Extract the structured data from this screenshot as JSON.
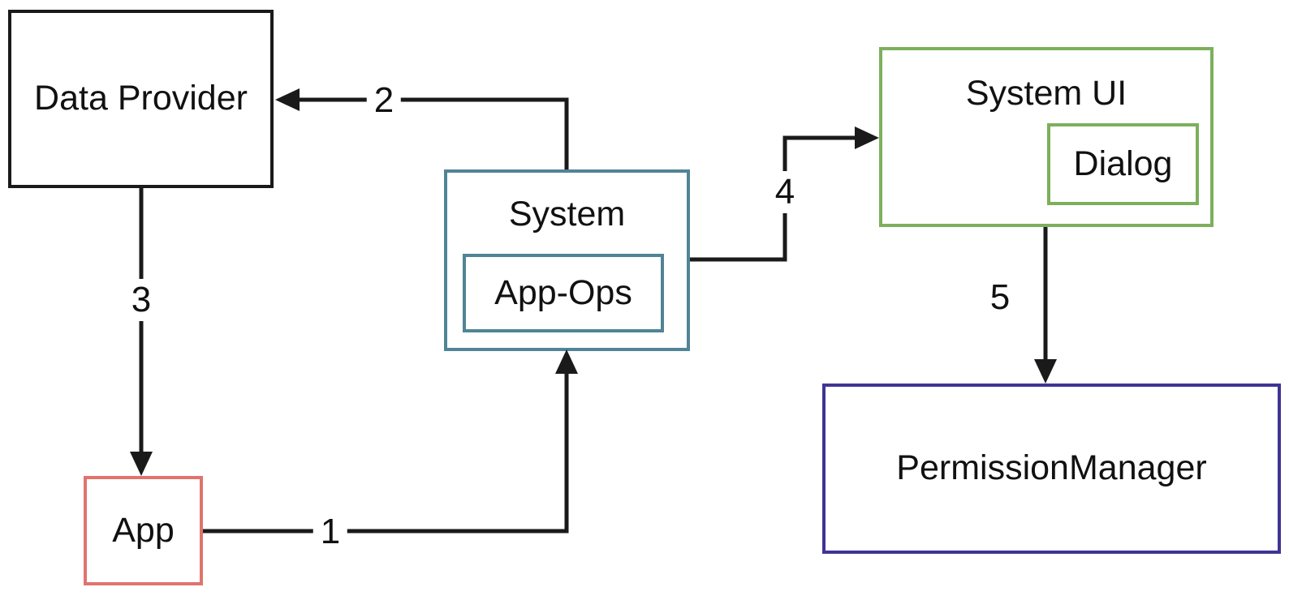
{
  "diagram": {
    "boxes": {
      "data_provider": {
        "label": "Data Provider"
      },
      "app": {
        "label": "App"
      },
      "system": {
        "label": "System",
        "inner": {
          "label": "App-Ops"
        }
      },
      "system_ui": {
        "label": "System UI",
        "inner": {
          "label": "Dialog"
        }
      },
      "permission_manager": {
        "label": "PermissionManager"
      }
    },
    "arrows": [
      {
        "label": "1",
        "from": "app",
        "to": "system"
      },
      {
        "label": "2",
        "from": "system",
        "to": "data_provider"
      },
      {
        "label": "3",
        "from": "data_provider",
        "to": "app"
      },
      {
        "label": "4",
        "from": "system",
        "to": "system_ui"
      },
      {
        "label": "5",
        "from": "system_ui",
        "to": "permission_manager"
      }
    ],
    "colors": {
      "background": "#ffffff",
      "text": "#111111",
      "arrow": "#1a1a1a",
      "data_provider_border": "#1a1a1a",
      "app_border": "#e0746d",
      "system_border": "#4f8596",
      "system_ui_border": "#7cb05c",
      "permission_manager_border": "#3f3494"
    }
  }
}
